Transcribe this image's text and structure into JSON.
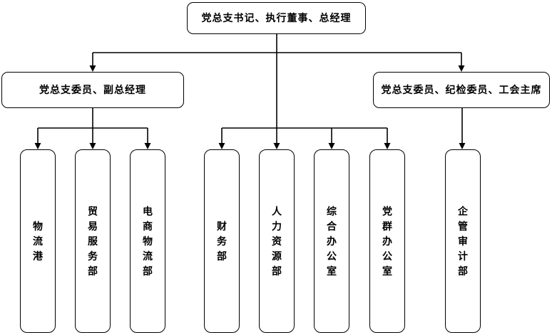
{
  "colors": {
    "line": "#000000",
    "text": "#000000",
    "box_background": "#ffffff",
    "page_background": "#ffffff"
  },
  "org_chart": {
    "root": {
      "label": "党总支书记、执行董事、总经理"
    },
    "managers": [
      {
        "label": "党总支委员、副总经理"
      },
      {
        "label": "党总支委员、纪检委员、工会主席"
      }
    ],
    "departments": [
      {
        "label": "物流港"
      },
      {
        "label": "贸易服务部"
      },
      {
        "label": "电商物流部"
      },
      {
        "label": "财务部"
      },
      {
        "label": "人力资源部"
      },
      {
        "label": "综合办公室"
      },
      {
        "label": "党群办公室"
      },
      {
        "label": "企管审计部"
      }
    ]
  }
}
